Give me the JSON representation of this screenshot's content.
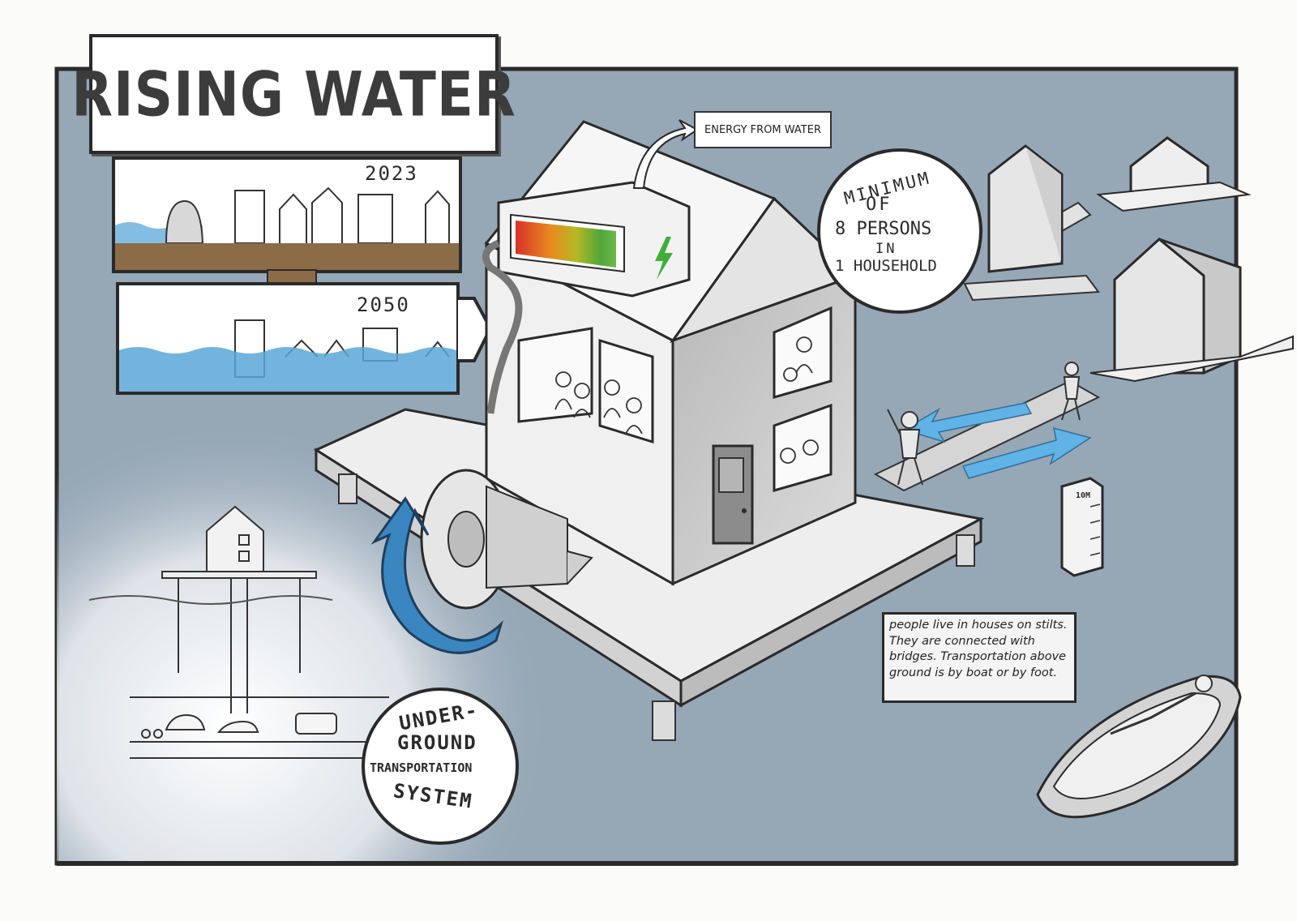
{
  "title": "RISING WATER",
  "timeline": {
    "year_now": "2023",
    "year_future": "2050"
  },
  "energy_label": "ENERGY FROM WATER",
  "household": {
    "line1": "MINIMUM",
    "line2": "OF",
    "line3": "8 PERSONS",
    "line4": "IN",
    "line5": "1 HOUSEHOLD"
  },
  "depth_marker": "10M",
  "note_text": "people live in houses on stilts. They are connected with bridges. Transportation above ground is by boat or by foot.",
  "transport": {
    "line1": "UNDER-",
    "line2": "GROUND",
    "line3": "TRANSPORTATION",
    "line4": "SYSTEM"
  },
  "colors": {
    "water": "#96a7b6",
    "water_light": "#c7d2dc",
    "flood_blue": "#5aa7d8",
    "earth": "#8c6b47",
    "arrow_blue": "#3a86c0",
    "ink": "#2a2a2a"
  }
}
